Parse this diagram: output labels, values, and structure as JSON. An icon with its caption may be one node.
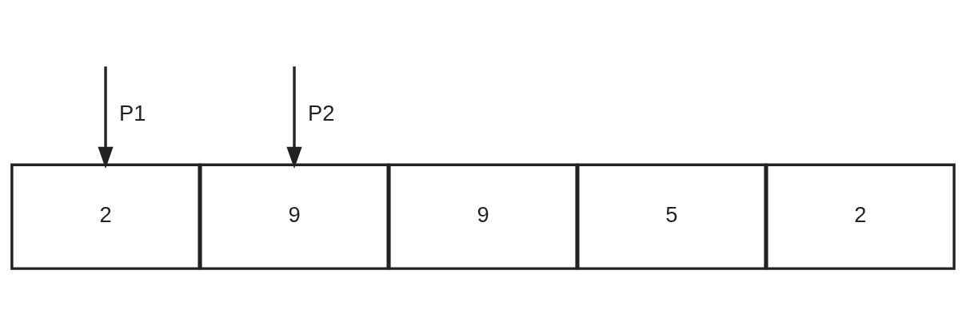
{
  "diagram": {
    "nodes": [
      {
        "text": [
          "2"
        ]
      },
      {
        "text": [
          "9"
        ]
      },
      {
        "text": [
          "9"
        ]
      },
      {
        "text": [
          "5"
        ]
      },
      {
        "text": [
          "2"
        ]
      }
    ],
    "edges": [
      {
        "from": null,
        "to": 0,
        "arrow": "to",
        "label": "P1"
      },
      {
        "from": null,
        "to": 1,
        "arrow": "to",
        "label": "P2"
      }
    ]
  }
}
